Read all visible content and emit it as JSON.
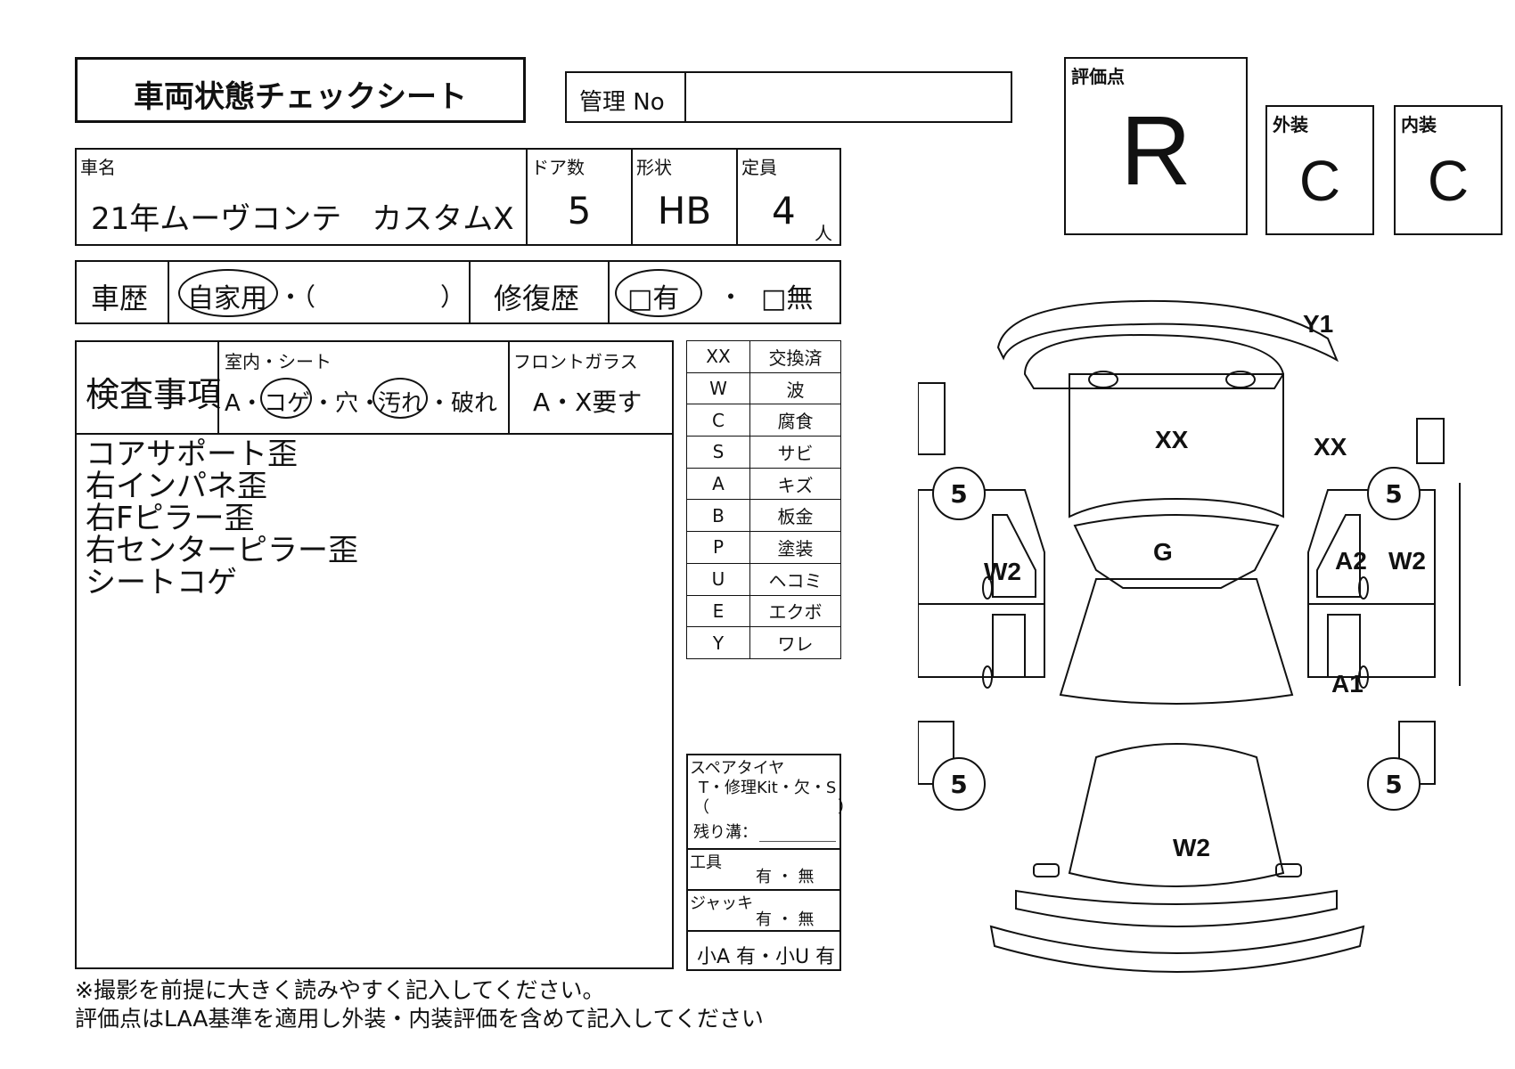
{
  "title": "車両状態チェックシート",
  "mgmt": {
    "label": "管理 No",
    "value": ""
  },
  "scores": {
    "overall_label": "評価点",
    "overall": "R",
    "exterior_label": "外装",
    "exterior": "C",
    "interior_label": "内装",
    "interior": "C"
  },
  "vehicle": {
    "name_label": "車名",
    "name": "21年ムーヴコンテ　カスタムX",
    "doors_label": "ドア数",
    "doors": "5",
    "shape_label": "形状",
    "shape": "HB",
    "capacity_label": "定員",
    "capacity": "4",
    "capacity_unit": "人"
  },
  "history": {
    "label": "車歴",
    "usage": "自家用",
    "usage_sep": "・（",
    "usage_close": "）",
    "repair_label": "修復歴",
    "repair_yes": "□有",
    "repair_sep": "・",
    "repair_no": "□無",
    "selected_usage": "自家用",
    "selected_repair": "□有"
  },
  "inspection": {
    "label": "検査事項",
    "interior_label": "室内・シート",
    "interior_a": "A・",
    "interior_koge": "コゲ",
    "interior_sep1": "・穴・",
    "interior_yogore": "汚れ",
    "interior_yabure": "・破れ",
    "windshield_label": "フロントガラス",
    "windshield_value": "A・X要す",
    "notes": [
      "コアサポート歪",
      "右インパネ歪",
      "右Fピラー歪",
      "右センターピラー歪",
      "シートコゲ"
    ]
  },
  "legend": [
    {
      "code": "XX",
      "meaning": "交換済"
    },
    {
      "code": "W",
      "meaning": "波"
    },
    {
      "code": "C",
      "meaning": "腐食"
    },
    {
      "code": "S",
      "meaning": "サビ"
    },
    {
      "code": "A",
      "meaning": "キズ"
    },
    {
      "code": "B",
      "meaning": "板金"
    },
    {
      "code": "P",
      "meaning": "塗装"
    },
    {
      "code": "U",
      "meaning": "ヘコミ"
    },
    {
      "code": "E",
      "meaning": "エクボ"
    },
    {
      "code": "Y",
      "meaning": "ワレ"
    }
  ],
  "spare": {
    "label": "スペアタイヤ",
    "options": "T・修理Kit・欠・S",
    "paren": "（　　　　　　　　）",
    "tread_label": "残り溝：",
    "tools_label": "工具",
    "tools_value": "有 ・ 無",
    "jack_label": "ジャッキ",
    "jack_value": "有 ・ 無",
    "small": "小A 有・小U 有"
  },
  "footer": {
    "line1": "※撮影を前提に大きく読みやすく記入してください。",
    "line2": "評価点はLAA基準を適用し外装・内装評価を含めて記入してください"
  },
  "diagram": {
    "marks": {
      "y1": "Y1",
      "roof_xx": "XX",
      "right_xx": "XX",
      "g": "G",
      "left_w2": "W2",
      "right_a2": "A2",
      "right_w2": "W2",
      "right_a1": "A1",
      "rear_w2": "W2"
    },
    "tires": [
      "5",
      "5",
      "5",
      "5"
    ]
  }
}
